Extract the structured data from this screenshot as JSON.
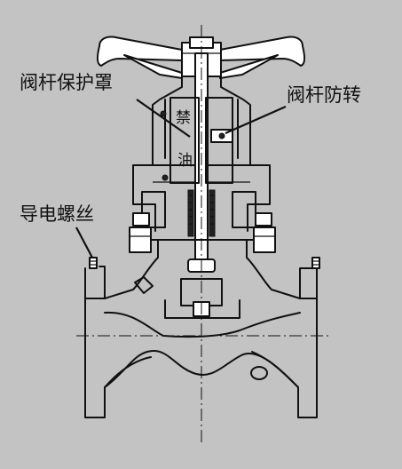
{
  "labels": {
    "stem_guard": "阀杆保护罩",
    "stem_antirotation": "阀杆防转",
    "grounding_wire": "导电螺丝",
    "no_oil_1": "禁",
    "no_oil_2": "油"
  },
  "colors": {
    "background": "#c3c3c3",
    "line": "#111111",
    "part_fill": "#ffffff"
  }
}
